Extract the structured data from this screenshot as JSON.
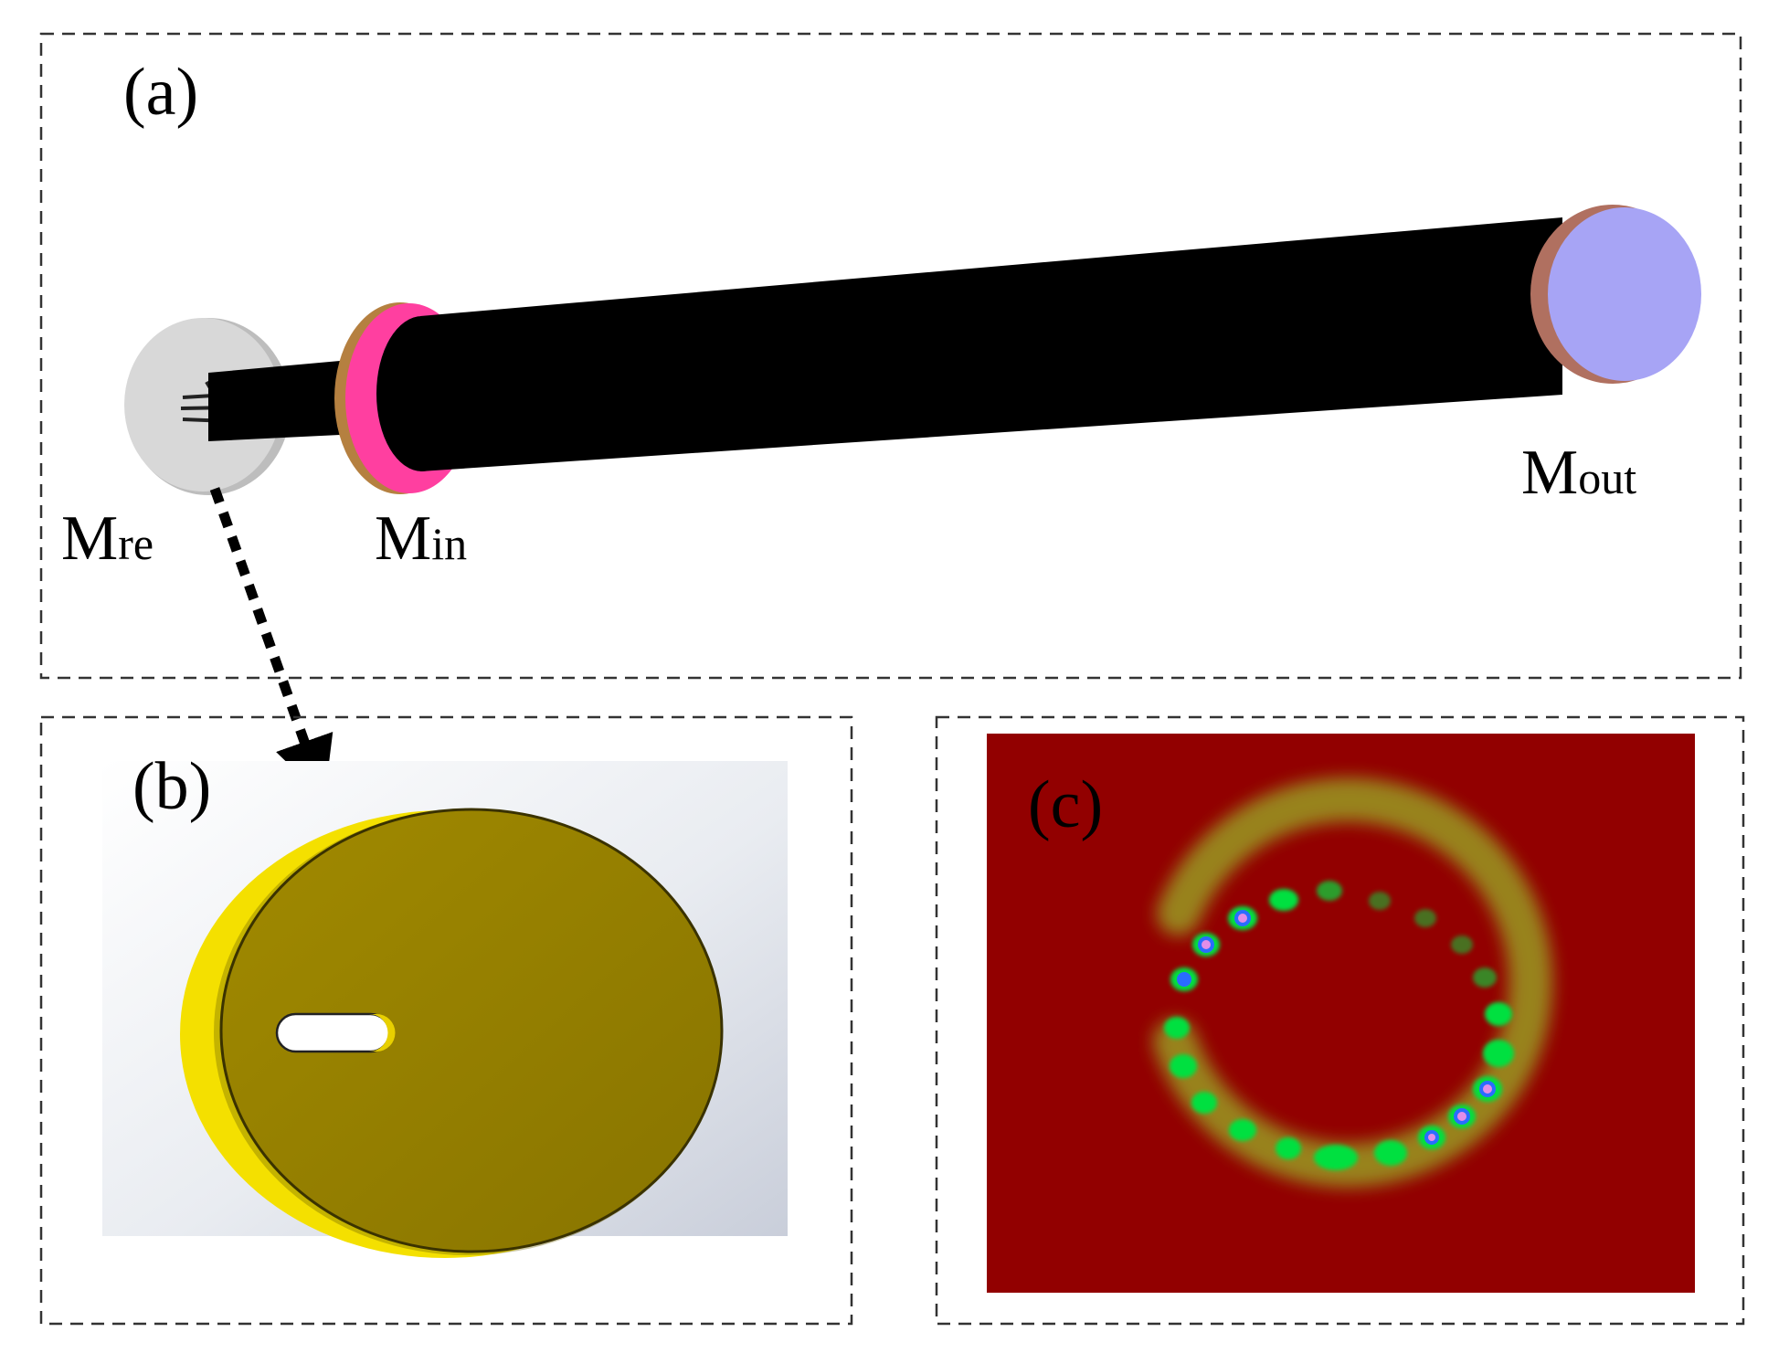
{
  "panels": {
    "a": {
      "label": "(a)",
      "mirrors": {
        "re": {
          "main": "M",
          "sub": "re"
        },
        "in": {
          "main": "M",
          "sub": "in"
        },
        "out": {
          "main": "M",
          "sub": "out"
        }
      },
      "colors": {
        "rod": "#000000",
        "input_mirror": "#ff3fa0",
        "output_mirror": "#a7a4f5",
        "rear_mirror": "#d8d8d8"
      }
    },
    "b": {
      "label": "(b)",
      "colors": {
        "disk_face": "#948000",
        "disk_edge": "#f4e000"
      }
    },
    "c": {
      "label": "(c)",
      "colors": {
        "background": "#920000",
        "beam_halo": "#9a9a20",
        "beam_core": "#00e040",
        "hot_center": "#e28de8"
      }
    }
  }
}
